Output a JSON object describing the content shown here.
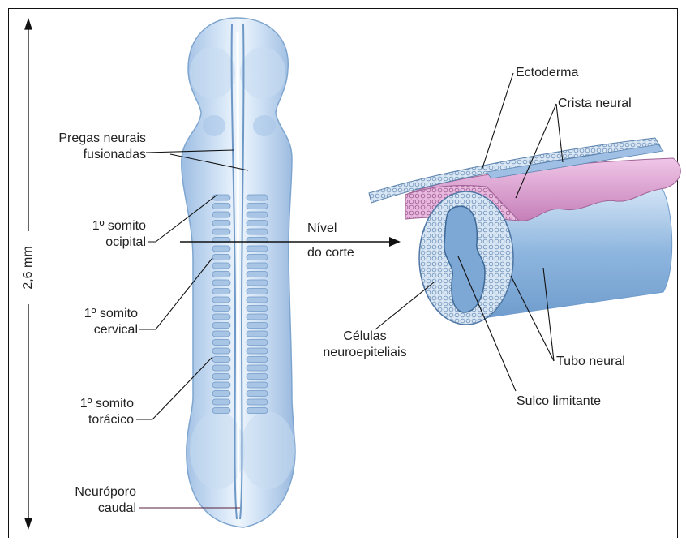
{
  "scale_label": "2,6 mm",
  "labels": {
    "pregas_line1": "Pregas neurais",
    "pregas_line2": "fusionadas",
    "somito_occipital_line1": "1º somito",
    "somito_occipital_line2": "ocipital",
    "somito_cervical_line1": "1º somito",
    "somito_cervical_line2": "cervical",
    "somito_toracico_line1": "1º somito",
    "somito_toracico_line2": "torácico",
    "neuroporo_line1": "Neuróporo",
    "neuroporo_line2": "caudal",
    "nivel_line1": "Nível",
    "nivel_line2": "do corte",
    "ectoderma": "Ectoderma",
    "crista_neural": "Crista neural",
    "celulas_line1": "Células",
    "celulas_line2": "neuroepiteliais",
    "tubo_neural": "Tubo neural",
    "sulco_limitante": "Sulco limitante"
  },
  "colors": {
    "embryo_fill": "#b9d3ee",
    "embryo_edge": "#7fa6cf",
    "ectoderm": "#bcd4ee",
    "neural_crest": "#d89ccd",
    "tube": "#8fb8df",
    "leader_lines": "#111111",
    "neuropore_leader": "#5a1f3a"
  }
}
